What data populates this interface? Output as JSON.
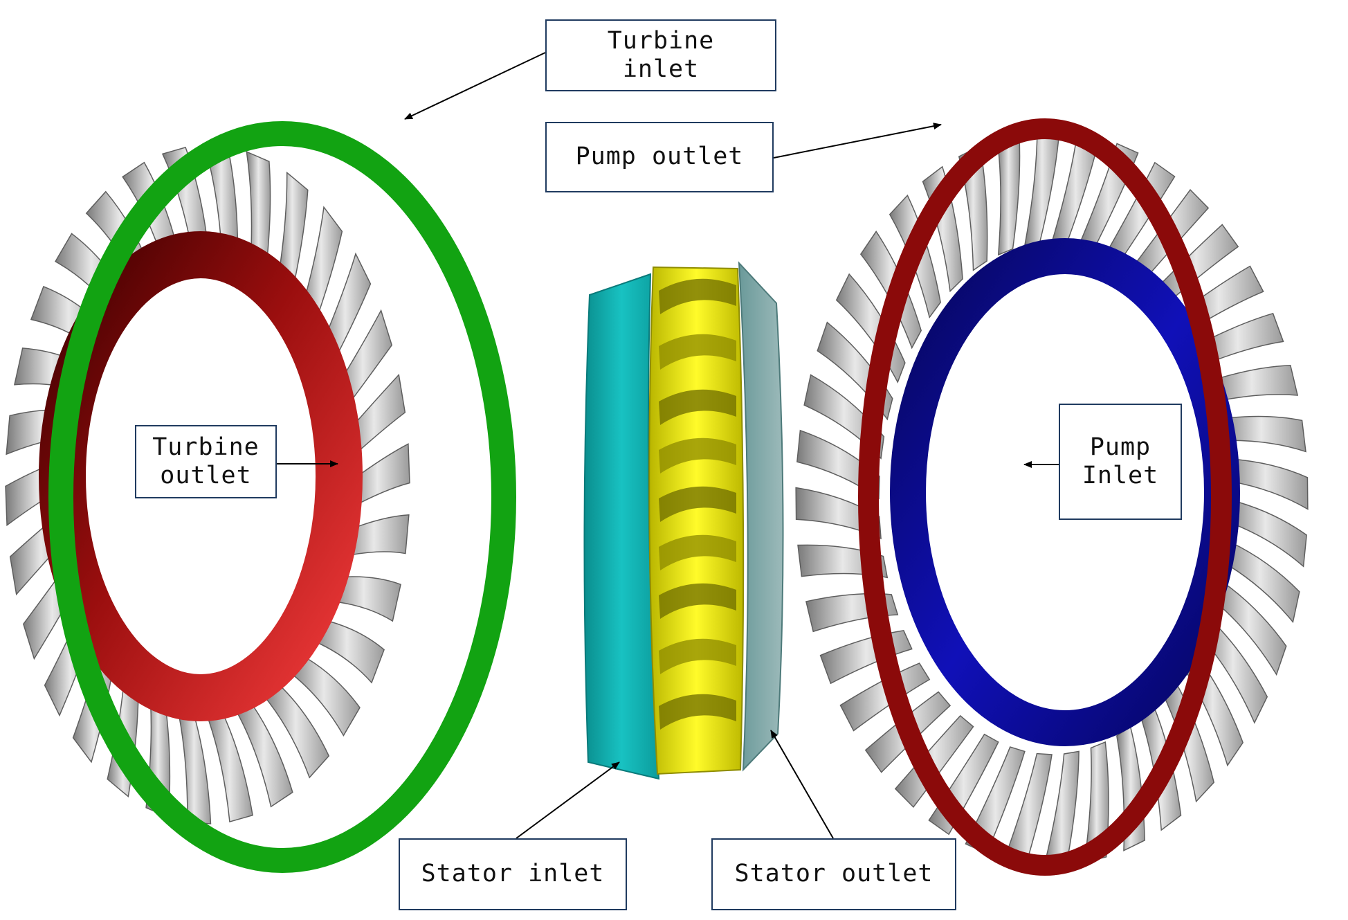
{
  "colors": {
    "turbine_inlet_ring": "#12a312",
    "turbine_outlet_ring": "#c62020",
    "pump_outlet_ring": "#8b0a0a",
    "pump_inlet_ring": "#0b0b9a",
    "stator_inlet_face": "#14b7b7",
    "stator_outlet_face": "#7fa8a8",
    "stator_blades": "#f4f20a",
    "blades": "#c8c8c8",
    "label_border": "#1f3a5f",
    "arrow": "#000000"
  },
  "icons": {
    "turbine": "turbine-runner-icon",
    "stator": "stator-icon",
    "pump": "pump-impeller-icon",
    "arrow": "arrow-icon"
  },
  "labels": {
    "turbine_inlet": {
      "line1": "Turbine",
      "line2": "inlet"
    },
    "pump_outlet": {
      "line1": "Pump outlet"
    },
    "turbine_outlet": {
      "line1": "Turbine",
      "line2": "outlet"
    },
    "pump_inlet": {
      "line1": "Pump",
      "line2": "Inlet"
    },
    "stator_inlet": {
      "line1": "Stator inlet"
    },
    "stator_outlet": {
      "line1": "Stator outlet"
    }
  }
}
